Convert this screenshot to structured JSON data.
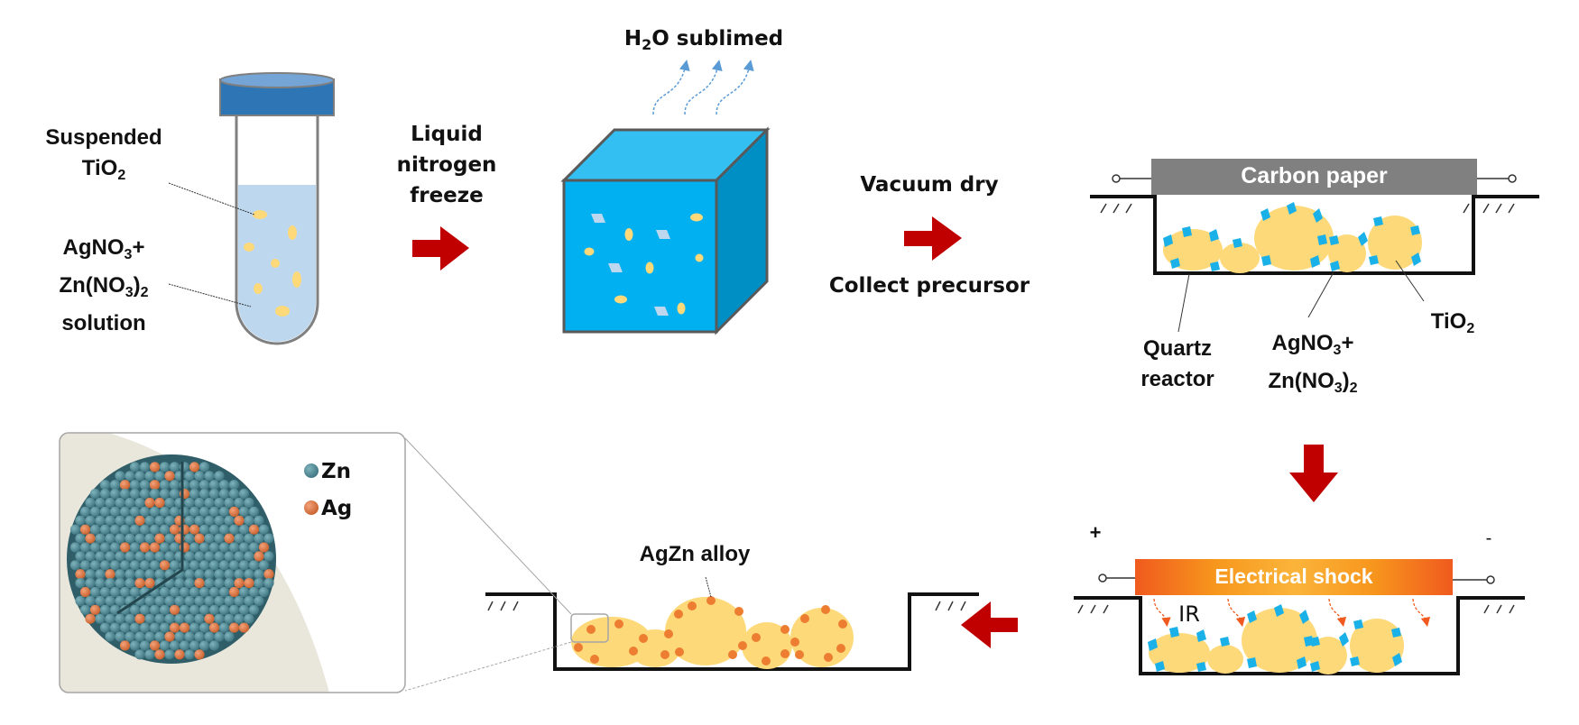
{
  "step1": {
    "label_suspended": "Suspended",
    "label_tio2": "TiO",
    "label_tio2_sub": "2",
    "label_agno3": "AgNO",
    "label_agno3_sub": "3",
    "label_plus": "+",
    "label_zn": "Zn(NO",
    "label_zn_sub1": "3",
    "label_zn_paren": ")",
    "label_zn_sub2": "2",
    "label_solution": "solution"
  },
  "arrow1": {
    "lines": [
      "Liquid",
      "nitrogen",
      "freeze"
    ]
  },
  "step2": {
    "h2o": "H",
    "h2o_sub": "2",
    "h2o_rest": "O sublimed"
  },
  "arrow2": {
    "top": "Vacuum dry",
    "bottom": "Collect precursor"
  },
  "step3": {
    "bar_label": "Carbon paper",
    "quartz": [
      "Quartz",
      "reactor"
    ],
    "agno3": "AgNO",
    "agno3_sub": "3",
    "plus": "+",
    "zn": "Zn(NO",
    "zn_sub1": "3",
    "zn_paren": ")",
    "zn_sub2": "2",
    "tio2": "TiO",
    "tio2_sub": "2"
  },
  "step4": {
    "bar_label": "Electrical shock",
    "plus_sign": "+",
    "minus_sign": "-",
    "ir": "IR"
  },
  "step5": {
    "alloy_label": "AgZn alloy"
  },
  "inset": {
    "legend": [
      {
        "label": "Zn",
        "color": "#4f8a96"
      },
      {
        "label": "Ag",
        "color": "#e07a3e"
      }
    ]
  },
  "colors": {
    "arrow": "#c00000",
    "tio2_particle": "#fdd97a",
    "precursor": "#1ab0e8",
    "alloy_dot": "#ed7d31",
    "carbon_paper": "#808080",
    "ice": "#00b0f0"
  }
}
